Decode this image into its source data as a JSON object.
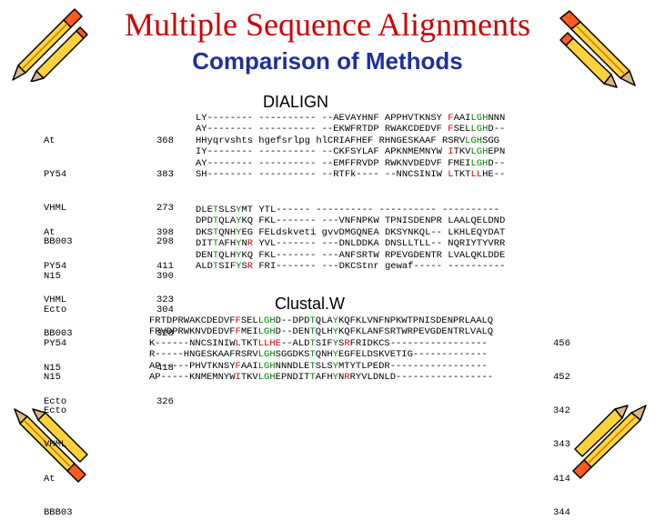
{
  "title": "Multiple Sequence Alignments",
  "subtitle": "Comparison of Methods",
  "dialign": {
    "label": "DIALIGN",
    "block1": {
      "names": [
        "At",
        "PY54",
        "VHML",
        "BB003",
        "N15",
        "Ecto"
      ],
      "nums": [
        "368",
        "383",
        "273",
        "298",
        "390",
        "304"
      ],
      "rows": [
        [
          [
            "LY-------- ---------- --AEVAYHNF APPHVTKNSY ",
            ""
          ],
          [
            "F",
            "r"
          ],
          [
            "AAI",
            ""
          ],
          [
            "LGH",
            "g"
          ],
          [
            "NNN",
            ""
          ]
        ],
        [
          [
            "AY-------- ---------- --EKWFRTDP RWAKCDEDVF ",
            ""
          ],
          [
            "F",
            "r"
          ],
          [
            "SEL",
            ""
          ],
          [
            "LGH",
            "g"
          ],
          [
            "D--",
            ""
          ]
        ],
        [
          [
            "HHyqrvshts hgefsrlpg hlCRIAFHEF RHNGESKAAF RSRV",
            ""
          ],
          [
            "LGH",
            "g"
          ],
          [
            "SGG",
            ""
          ]
        ],
        [
          [
            "IY-------- ---------- --CKFSYLAF APKNMEMNYW ",
            ""
          ],
          [
            "I",
            "r"
          ],
          [
            "TKV",
            ""
          ],
          [
            "LGH",
            "g"
          ],
          [
            "EPN",
            ""
          ]
        ],
        [
          [
            "AY-------- ---------- --EMFFRVDP RWKNVDEDVF FMEI",
            ""
          ],
          [
            "LGH",
            "g"
          ],
          [
            "D--",
            ""
          ]
        ],
        [
          [
            "SH-------- ---------- --RTFk---- --NNCSINIW ",
            ""
          ],
          [
            "L",
            "r"
          ],
          [
            "TKT",
            ""
          ],
          [
            "LL",
            "r"
          ],
          [
            "HE--",
            ""
          ]
        ]
      ]
    },
    "block2": {
      "names": [
        "At",
        "PY54",
        "VHML",
        "BB003",
        "N15",
        "Ecto"
      ],
      "nums": [
        "398",
        "411",
        "323",
        "328",
        "418",
        "326"
      ],
      "rows": [
        [
          [
            "DLE",
            ""
          ],
          [
            "T",
            "g"
          ],
          [
            "SLS",
            ""
          ],
          [
            "Y",
            "g"
          ],
          [
            "MT YTL------ ---------- ---------- ----------",
            ""
          ]
        ],
        [
          [
            "DPD",
            ""
          ],
          [
            "T",
            "g"
          ],
          [
            "QLA",
            ""
          ],
          [
            "Y",
            "g"
          ],
          [
            "KQ FKL------- ---VNFNPKW TPNISDENPR LAALQELDND",
            ""
          ]
        ],
        [
          [
            "DKS",
            ""
          ],
          [
            "T",
            "g"
          ],
          [
            "QNH",
            ""
          ],
          [
            "Y",
            "g"
          ],
          [
            "EG FELdskveti gvvDMGQNEA DKSYNKQL-- LKHLEQYDAT",
            ""
          ]
        ],
        [
          [
            "DIT",
            ""
          ],
          [
            "T",
            "g"
          ],
          [
            "AFH",
            ""
          ],
          [
            "Y",
            "g"
          ],
          [
            "N",
            ""
          ],
          [
            "R",
            "r"
          ],
          [
            " YVL------- ---DNLDDKA DNSLLTLL-- NQRIYTYVRR",
            ""
          ]
        ],
        [
          [
            "DEN",
            ""
          ],
          [
            "T",
            "g"
          ],
          [
            "QLH",
            ""
          ],
          [
            "Y",
            "g"
          ],
          [
            "KQ FKL------- ---ANFSRTW RPEVGDENTR LVALQKLDDE",
            ""
          ]
        ],
        [
          [
            "ALD",
            ""
          ],
          [
            "T",
            "g"
          ],
          [
            "SIF",
            ""
          ],
          [
            "Y",
            "g"
          ],
          [
            "S",
            ""
          ],
          [
            "R",
            "r"
          ],
          [
            " FRI------- ---DKCStnr gewaf----- ----------",
            ""
          ]
        ]
      ]
    }
  },
  "clustalw": {
    "label": "Clustal.W",
    "names": [
      "PY54",
      "N15",
      "Ecto",
      "VHML",
      "At",
      "BBB03"
    ],
    "nums": [
      "456",
      "452",
      "342",
      "343",
      "414",
      "344"
    ],
    "rows": [
      [
        [
          "FRTDPRWAKCDEDVF",
          ""
        ],
        [
          "F",
          "r"
        ],
        [
          "SEL",
          ""
        ],
        [
          "LGH",
          "g"
        ],
        [
          "D--DPD",
          ""
        ],
        [
          "T",
          "g"
        ],
        [
          "QLA",
          ""
        ],
        [
          "Y",
          "g"
        ],
        [
          "KQFKLVNFNPKWTPNISDENPRLAALQ",
          ""
        ]
      ],
      [
        [
          "FRVDPRWKNVDEDVF",
          ""
        ],
        [
          "F",
          "r"
        ],
        [
          "MEI",
          ""
        ],
        [
          "LGH",
          "g"
        ],
        [
          "D--DEN",
          ""
        ],
        [
          "T",
          "g"
        ],
        [
          "QLH",
          ""
        ],
        [
          "Y",
          "g"
        ],
        [
          "KQFKLANFSRTWRPEVGDENTRLVALQ",
          ""
        ]
      ],
      [
        [
          "K------NNCSINIW",
          ""
        ],
        [
          "L",
          "r"
        ],
        [
          "TKT",
          ""
        ],
        [
          "LLHE",
          "r"
        ],
        [
          "--ALD",
          ""
        ],
        [
          "T",
          "g"
        ],
        [
          "SIF",
          ""
        ],
        [
          "Y",
          "g"
        ],
        [
          "S",
          ""
        ],
        [
          "R",
          "r"
        ],
        [
          "FRIDKCS-----------------",
          ""
        ]
      ],
      [
        [
          "R-----HNGESKAAFRSRV",
          ""
        ],
        [
          "LGH",
          "g"
        ],
        [
          "SGGDKS",
          ""
        ],
        [
          "T",
          "g"
        ],
        [
          "QNH",
          ""
        ],
        [
          "Y",
          "g"
        ],
        [
          "EGFELDSKVETIG-------------",
          ""
        ]
      ],
      [
        [
          "AP-----PHVTKNSY",
          ""
        ],
        [
          "F",
          "r"
        ],
        [
          "AAI",
          ""
        ],
        [
          "LGH",
          "g"
        ],
        [
          "NNNDLE",
          ""
        ],
        [
          "T",
          "g"
        ],
        [
          "SLS",
          ""
        ],
        [
          "Y",
          "g"
        ],
        [
          "MTYTLPEDR-----------------",
          ""
        ]
      ],
      [
        [
          "AP-----KNMEMNYW",
          ""
        ],
        [
          "I",
          "r"
        ],
        [
          "TKV",
          ""
        ],
        [
          "LGH",
          "g"
        ],
        [
          "EPNDIT",
          ""
        ],
        [
          "T",
          "g"
        ],
        [
          "AFH",
          ""
        ],
        [
          "Y",
          "g"
        ],
        [
          "N",
          ""
        ],
        [
          "R",
          "r"
        ],
        [
          "RYVLDNLD-----------------",
          ""
        ]
      ]
    ]
  },
  "decorations": [
    "pencil-icon",
    "pencil-icon"
  ]
}
